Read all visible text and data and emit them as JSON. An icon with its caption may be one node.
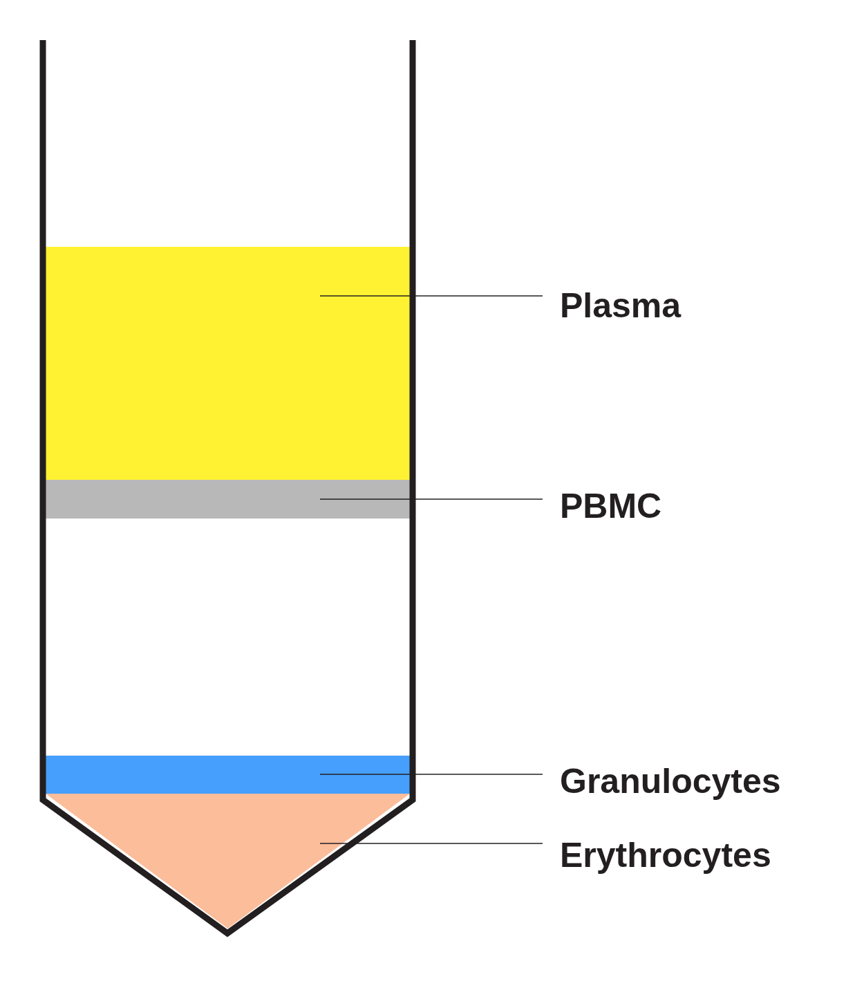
{
  "diagram": {
    "nodes": [
      {
        "text": [],
        "shape": "bar"
      },
      {
        "text": [],
        "shape": "bar"
      },
      {
        "text": [],
        "shape": "bar"
      },
      {
        "text": [],
        "shape": "triangle"
      },
      {
        "text": [
          "Plasma"
        ]
      },
      {
        "text": [
          "PBMC"
        ]
      },
      {
        "text": [
          "Granulocytes"
        ]
      },
      {
        "text": [
          "Erythrocytes"
        ]
      }
    ],
    "edges": [
      {
        "from": 4,
        "to": 0,
        "arrow": "none"
      },
      {
        "from": 5,
        "to": 1,
        "arrow": "none"
      },
      {
        "from": 6,
        "to": 2,
        "arrow": "none"
      },
      {
        "from": 7,
        "to": 3,
        "arrow": "none"
      }
    ]
  }
}
